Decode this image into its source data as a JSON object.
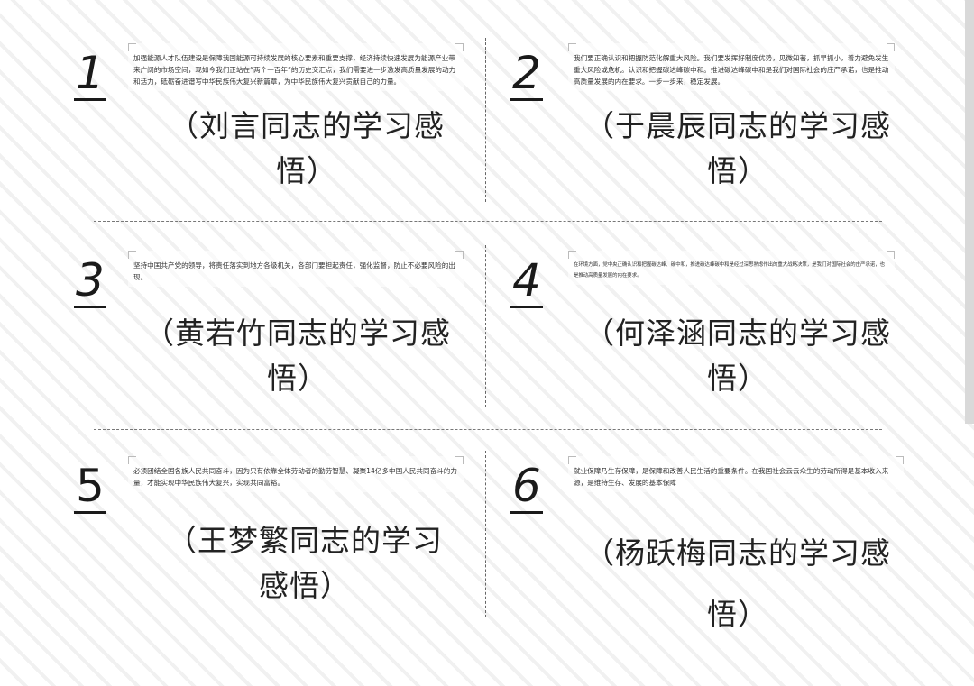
{
  "cards": [
    {
      "number": "1",
      "excerpt": "加强能源人才队伍建设是保障我国能源可持续发展的核心要素和重要支撑，经济持续快速发展为能源产业带来广阔的市场空间，现如今我们正站在“两个一百年”的历史交汇点，我们需要进一步激发高质量发展的动力和活力，砥砺奋进谱写中华民族伟大复兴新篇章，为中华民族伟大复兴贡献自己的力量。",
      "title_line1": "（刘言同志的学习感",
      "title_line2": "悟）"
    },
    {
      "number": "2",
      "excerpt": "我们要正确认识和把握防范化解重大风险。我们要发挥好制度优势，见微知著，抓早抓小，着力避免发生重大风险或危机。认识和把握碳达峰碳中和。推进碳达峰碳中和是我们对国际社会的庄严承诺，也是推动高质量发展的内在要求。一步一步来，稳定发展。",
      "title_line1": "（于晨辰同志的学习感",
      "title_line2": "悟）"
    },
    {
      "number": "3",
      "excerpt": "坚持中国共产党的领导，将责任落实到地方各级机关，各部门要担起责任，强化监督，防止不必要风险的出现。",
      "title_line1": "（黄若竹同志的学习感",
      "title_line2": "悟）"
    },
    {
      "number": "4",
      "excerpt": "在环境方面，党中央正确认识和把握碳达峰、碳中和，推进碳达峰碳中和是经过深思熟虑作出的重大战略决策，是我们对国际社会的庄严承诺，也是推动高质量发展的内在要求。",
      "title_line1": "（何泽涵同志的学习感",
      "title_line2": "悟）"
    },
    {
      "number": "5",
      "excerpt": "必须团结全国各族人民共同奋斗，因为只有依靠全体劳动者的勤劳智慧、凝聚14亿多中国人民共同奋斗的力量，才能实现中华民族伟大复兴，实现共同富裕。",
      "title_line1": "（王梦繁同志的学习",
      "title_line2": "感悟）"
    },
    {
      "number": "6",
      "excerpt": "就业保障乃生存保障，是保障和改善人民生活的重要条件。在我国社会云云众生的劳动所得是基本收入来源，是维持生存、发展的基本保障",
      "title_line1": "（杨跃梅同志的学习感",
      "title_line2": "悟）"
    }
  ]
}
